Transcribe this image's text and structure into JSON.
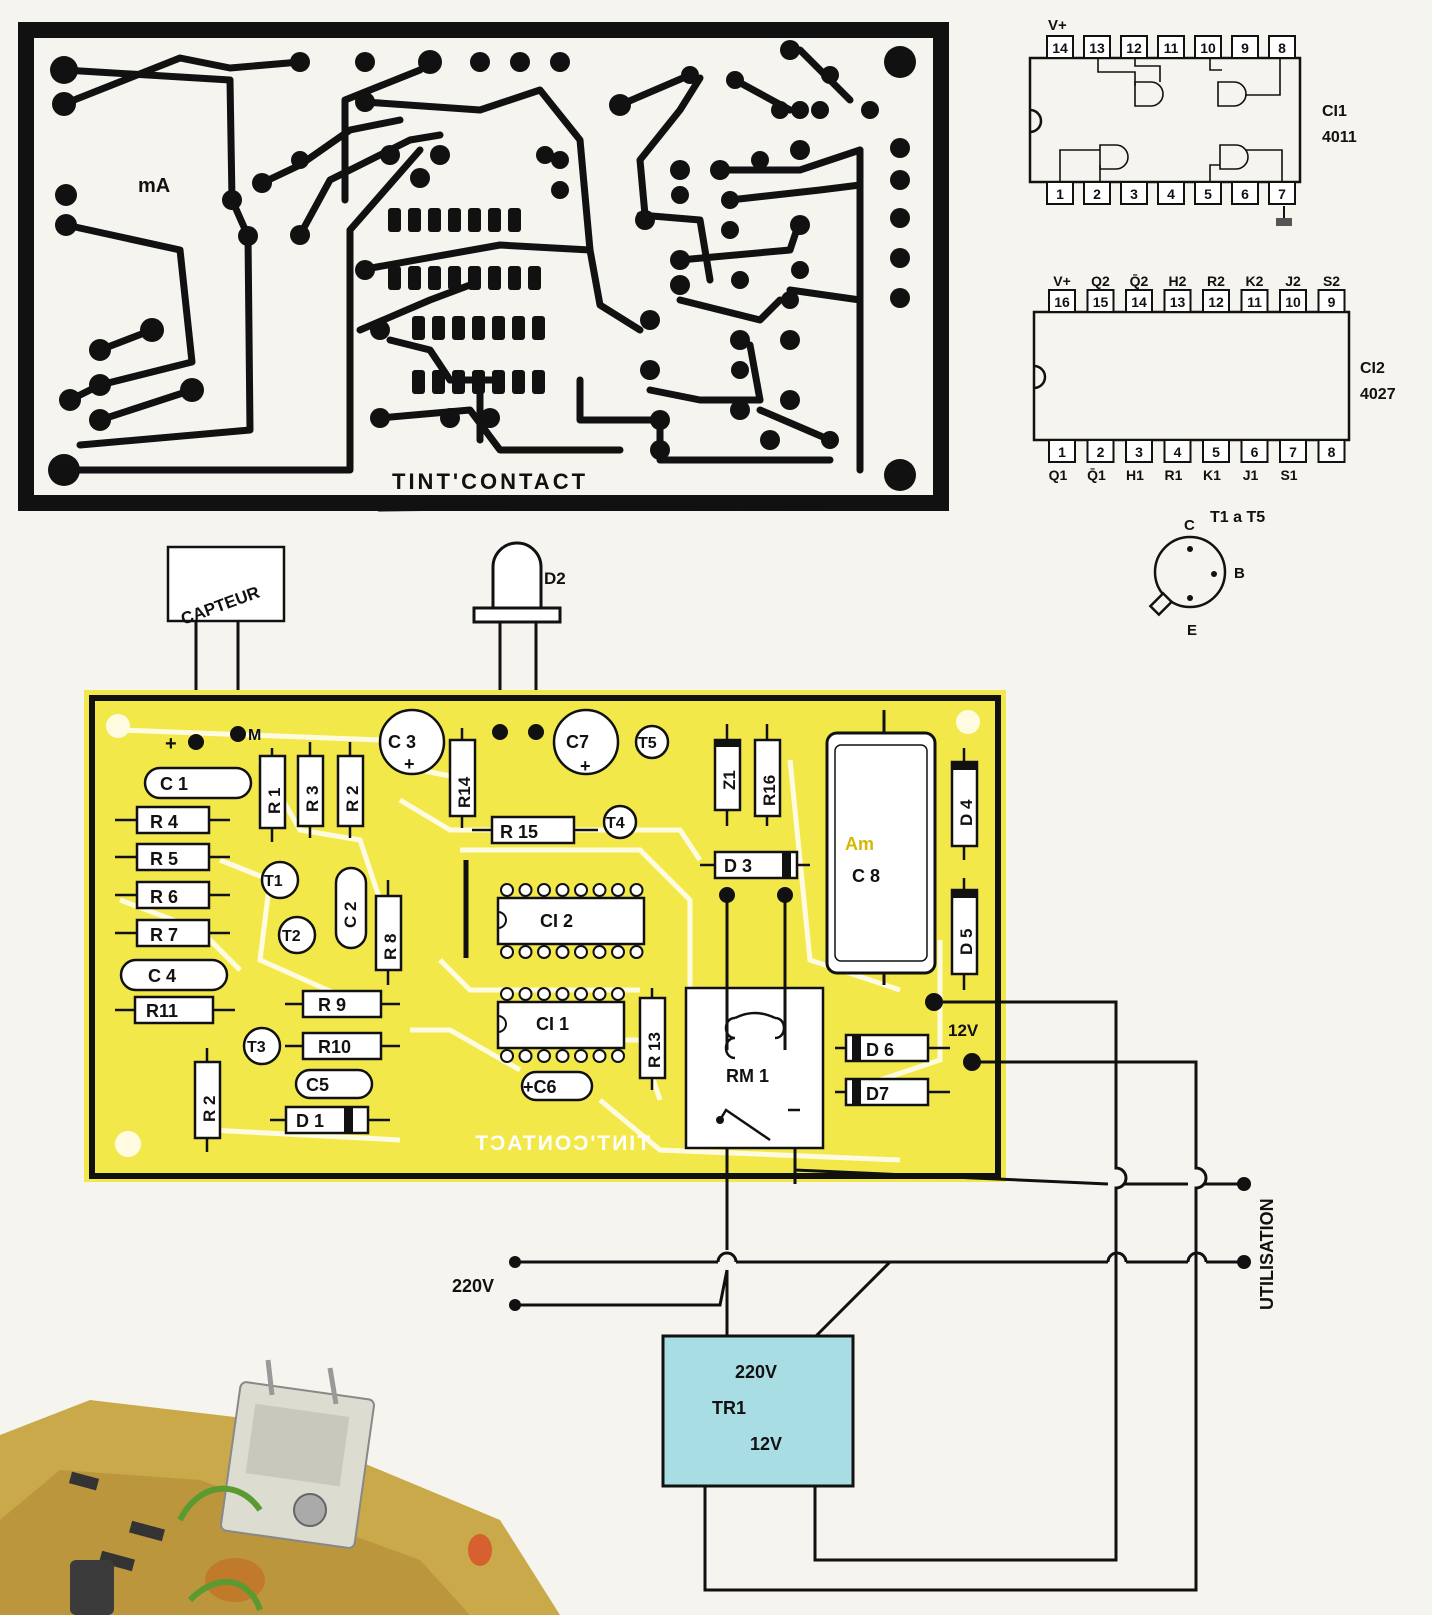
{
  "pcb_copper": {
    "board_label": "TINT'CONTACT",
    "meter_label": "mA"
  },
  "ic_pinouts": {
    "ci1": {
      "name": "CI1",
      "part": "4011",
      "supply_label": "V+",
      "top_pins": [
        "14",
        "13",
        "12",
        "11",
        "10",
        "9",
        "8"
      ],
      "bottom_pins": [
        "1",
        "2",
        "3",
        "4",
        "5",
        "6",
        "7"
      ]
    },
    "ci2": {
      "name": "CI2",
      "part": "4027",
      "top_names": [
        "V+",
        "Q2",
        "Q̄2",
        "H2",
        "R2",
        "K2",
        "J2",
        "S2"
      ],
      "top_pins": [
        "16",
        "15",
        "14",
        "13",
        "12",
        "11",
        "10",
        "9"
      ],
      "bottom_pins": [
        "1",
        "2",
        "3",
        "4",
        "5",
        "6",
        "7",
        "8"
      ],
      "bottom_names": [
        "Q1",
        "Q̄1",
        "H1",
        "R1",
        "K1",
        "J1",
        "S1"
      ]
    },
    "transistor": {
      "title": "T1 a T5",
      "c": "C",
      "b": "B",
      "e": "E"
    }
  },
  "layout_board": {
    "sensor": "CAPTEUR",
    "plus": "+",
    "m": "M",
    "led": "D2",
    "board_label": "TINT'CONTACT",
    "components": {
      "c1": "C 1",
      "c2": "C 2",
      "c3": "C 3",
      "c4": "C 4",
      "c5": "C5",
      "c6": "+C6",
      "c7": "C7",
      "c8": "C 8",
      "r1": "R 1",
      "r2a": "R 2",
      "r2b": "R 2",
      "r3": "R 3",
      "r4": "R 4",
      "r5": "R 5",
      "r6": "R 6",
      "r7": "R 7",
      "r8": "R 8",
      "r9": "R 9",
      "r10": "R10",
      "r11": "R11",
      "r13": "R 13",
      "r14": "R14",
      "r15": "R 15",
      "r16": "R16",
      "t1": "T1",
      "t2": "T2",
      "t3": "T3",
      "t4": "T4",
      "t5": "T5",
      "d1": "D 1",
      "d3": "D 3",
      "d4": "D 4",
      "d5": "D 5",
      "d6": "D 6",
      "d7": "D7",
      "z1": "Z1",
      "ci1": "CI 1",
      "ci2": "CI 2",
      "rm1": "RM 1",
      "plus_sign": "+",
      "c8_mark": "Am"
    }
  },
  "wiring": {
    "v12": "12V",
    "mains": "220V",
    "output": "UTILISATION",
    "transformer": {
      "primary": "220V",
      "name": "TR1",
      "secondary": "12V"
    }
  },
  "colors": {
    "yellow": "#f3e84a",
    "copper": "#111111",
    "transformer": "#a9dde4",
    "photo_board": "#c9a94a"
  }
}
